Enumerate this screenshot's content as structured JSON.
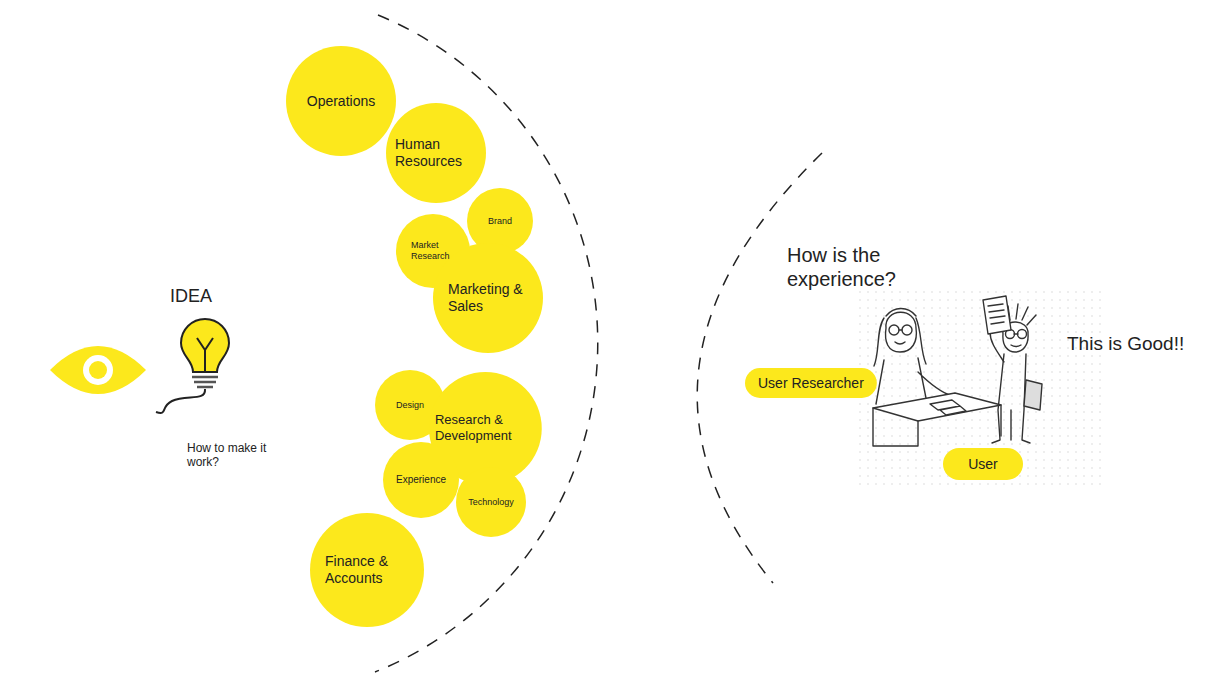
{
  "diagram": {
    "nodes": [
      {
        "text": [
          "Operations"
        ]
      },
      {
        "text": [
          "Human Resources"
        ]
      },
      {
        "text": [
          "Brand"
        ]
      },
      {
        "text": [
          "Market Research"
        ]
      },
      {
        "text": [
          "Marketing & Sales"
        ]
      },
      {
        "text": [
          "Design"
        ]
      },
      {
        "text": [
          "Research & Development"
        ]
      },
      {
        "text": [
          "Experience"
        ]
      },
      {
        "text": [
          "Technology"
        ]
      },
      {
        "text": [
          "Finance & Accounts"
        ]
      },
      {
        "text": [
          "User Researcher"
        ]
      },
      {
        "text": [
          "User"
        ]
      }
    ],
    "labels": [
      "IDEA",
      "How to make it work?",
      "How is the experience?",
      "This is Good!!"
    ]
  }
}
